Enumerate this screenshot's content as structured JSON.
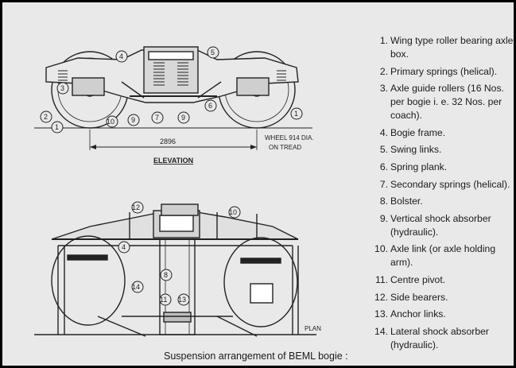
{
  "diagram": {
    "elevation_label": "ELEVATION",
    "plan_label": "PLAN",
    "dimension": "2896",
    "wheel_note_line1": "WHEEL 914 DIA.",
    "wheel_note_line2": "ON TREAD",
    "callouts": [
      "1",
      "2",
      "3",
      "4",
      "5",
      "6",
      "7",
      "8",
      "9",
      "10",
      "11",
      "12",
      "13",
      "14"
    ]
  },
  "legend": [
    {
      "number": "1.",
      "text": "Wing type roller bearing axle box."
    },
    {
      "number": "2.",
      "text": "Primary springs (helical)."
    },
    {
      "number": "3.",
      "text": "Axle guide rollers (16 Nos. per bogie i. e. 32 Nos. per coach)."
    },
    {
      "number": "4.",
      "text": "Bogie frame."
    },
    {
      "number": "5.",
      "text": "Swing links."
    },
    {
      "number": "6.",
      "text": "Spring plank."
    },
    {
      "number": "7.",
      "text": "Secondary springs (helical)."
    },
    {
      "number": "8.",
      "text": "Bolster."
    },
    {
      "number": "9.",
      "text": "Vertical shock absorber (hydraulic)."
    },
    {
      "number": "10.",
      "text": "Axle link (or axle holding arm)."
    },
    {
      "number": "11.",
      "text": "Centre pivot."
    },
    {
      "number": "12.",
      "text": "Side bearers."
    },
    {
      "number": "13.",
      "text": "Anchor links."
    },
    {
      "number": "14.",
      "text": "Lateral shock absorber (hydraulic)."
    }
  ],
  "caption": "Suspension arrangement of BEML bogie :"
}
